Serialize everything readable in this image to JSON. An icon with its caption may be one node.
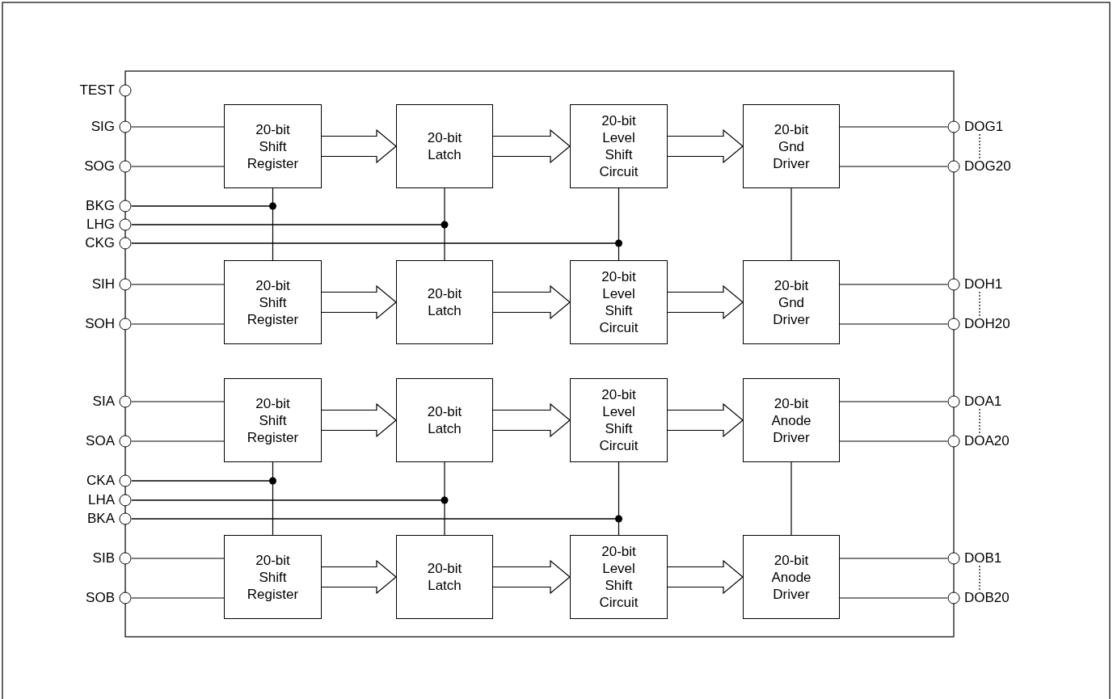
{
  "diagram": {
    "nodes": [
      {
        "text": [
          "TEST"
        ]
      },
      {
        "text": [
          "SIG"
        ]
      },
      {
        "text": [
          "SOG"
        ]
      },
      {
        "text": [
          "20-bit Shift Register"
        ]
      },
      {
        "text": [
          "20-bit Latch"
        ]
      },
      {
        "text": [
          "20-bit Level Shift Circuit"
        ]
      },
      {
        "text": [
          "20-bit Gnd Driver"
        ]
      },
      {
        "text": [
          "DOG1"
        ]
      },
      {
        "text": [
          "DOG20"
        ]
      },
      {
        "text": [
          "BKG"
        ]
      },
      {
        "text": [
          "LHG"
        ]
      },
      {
        "text": [
          "CKG"
        ]
      },
      {
        "text": [
          "SIH"
        ]
      },
      {
        "text": [
          "SOH"
        ]
      },
      {
        "text": [
          "20-bit Shift Register"
        ]
      },
      {
        "text": [
          "20-bit Latch"
        ]
      },
      {
        "text": [
          "20-bit Level Shift Circuit"
        ]
      },
      {
        "text": [
          "20-bit Gnd Driver"
        ]
      },
      {
        "text": [
          "DOH1"
        ]
      },
      {
        "text": [
          "DOH20"
        ]
      },
      {
        "text": [
          "SIA"
        ]
      },
      {
        "text": [
          "SOA"
        ]
      },
      {
        "text": [
          "20-bit Shift Register"
        ]
      },
      {
        "text": [
          "20-bit Latch"
        ]
      },
      {
        "text": [
          "20-bit Level Shift Circuit"
        ]
      },
      {
        "text": [
          "20-bit Anode Driver"
        ]
      },
      {
        "text": [
          "DOA1"
        ]
      },
      {
        "text": [
          "DOA20"
        ]
      },
      {
        "text": [
          "CKA"
        ]
      },
      {
        "text": [
          "LHA"
        ]
      },
      {
        "text": [
          "BKA"
        ]
      },
      {
        "text": [
          "SIB"
        ]
      },
      {
        "text": [
          "SOB"
        ]
      },
      {
        "text": [
          "20-bit Shift Register"
        ]
      },
      {
        "text": [
          "20-bit Latch"
        ]
      },
      {
        "text": [
          "20-bit Level Shift Circuit"
        ]
      },
      {
        "text": [
          "20-bit Anode Driver"
        ]
      },
      {
        "text": [
          "DOB1"
        ]
      },
      {
        "text": [
          "DOB20"
        ]
      }
    ],
    "edges": [
      {
        "from": 1,
        "to": 3,
        "arrow": "none"
      },
      {
        "from": 2,
        "to": 3,
        "arrow": "none"
      },
      {
        "from": 3,
        "to": 4,
        "arrow": "to"
      },
      {
        "from": 4,
        "to": 5,
        "arrow": "to"
      },
      {
        "from": 5,
        "to": 6,
        "arrow": "to"
      },
      {
        "from": 6,
        "to": 7,
        "arrow": "none"
      },
      {
        "from": 6,
        "to": 8,
        "arrow": "none"
      },
      {
        "from": 7,
        "to": 8,
        "arrow": "none",
        "style": "dashed"
      },
      {
        "from": 9,
        "to": 3,
        "arrow": "none"
      },
      {
        "from": 9,
        "to": 14,
        "arrow": "none"
      },
      {
        "from": 10,
        "to": 4,
        "arrow": "none"
      },
      {
        "from": 10,
        "to": 15,
        "arrow": "none"
      },
      {
        "from": 11,
        "to": 5,
        "arrow": "none"
      },
      {
        "from": 11,
        "to": 16,
        "arrow": "none"
      },
      {
        "from": 6,
        "to": 17,
        "arrow": "none"
      },
      {
        "from": 12,
        "to": 14,
        "arrow": "none"
      },
      {
        "from": 13,
        "to": 14,
        "arrow": "none"
      },
      {
        "from": 14,
        "to": 15,
        "arrow": "to"
      },
      {
        "from": 15,
        "to": 16,
        "arrow": "to"
      },
      {
        "from": 16,
        "to": 17,
        "arrow": "to"
      },
      {
        "from": 17,
        "to": 18,
        "arrow": "none"
      },
      {
        "from": 17,
        "to": 19,
        "arrow": "none"
      },
      {
        "from": 18,
        "to": 19,
        "arrow": "none",
        "style": "dashed"
      },
      {
        "from": 20,
        "to": 22,
        "arrow": "none"
      },
      {
        "from": 21,
        "to": 22,
        "arrow": "none"
      },
      {
        "from": 22,
        "to": 23,
        "arrow": "to"
      },
      {
        "from": 23,
        "to": 24,
        "arrow": "to"
      },
      {
        "from": 24,
        "to": 25,
        "arrow": "to"
      },
      {
        "from": 25,
        "to": 26,
        "arrow": "none"
      },
      {
        "from": 25,
        "to": 27,
        "arrow": "none"
      },
      {
        "from": 26,
        "to": 27,
        "arrow": "none",
        "style": "dashed"
      },
      {
        "from": 28,
        "to": 22,
        "arrow": "none"
      },
      {
        "from": 28,
        "to": 33,
        "arrow": "none"
      },
      {
        "from": 29,
        "to": 23,
        "arrow": "none"
      },
      {
        "from": 29,
        "to": 34,
        "arrow": "none"
      },
      {
        "from": 30,
        "to": 24,
        "arrow": "none"
      },
      {
        "from": 30,
        "to": 35,
        "arrow": "none"
      },
      {
        "from": 25,
        "to": 36,
        "arrow": "none"
      },
      {
        "from": 31,
        "to": 33,
        "arrow": "none"
      },
      {
        "from": 32,
        "to": 33,
        "arrow": "none"
      },
      {
        "from": 33,
        "to": 34,
        "arrow": "to"
      },
      {
        "from": 34,
        "to": 35,
        "arrow": "to"
      },
      {
        "from": 35,
        "to": 36,
        "arrow": "to"
      },
      {
        "from": 36,
        "to": 37,
        "arrow": "none"
      },
      {
        "from": 36,
        "to": 38,
        "arrow": "none"
      },
      {
        "from": 37,
        "to": 38,
        "arrow": "none",
        "style": "dashed"
      }
    ]
  }
}
